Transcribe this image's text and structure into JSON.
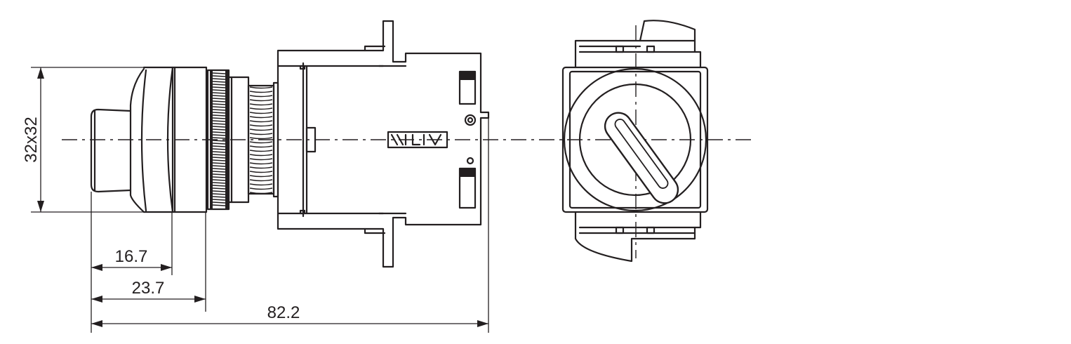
{
  "dimensions": {
    "panel_cutout": "32x32",
    "head_depth": "16.7",
    "bezel_depth": "23.7",
    "total_length": "82.2"
  },
  "colors": {
    "line": "#231f20",
    "background": "#ffffff"
  }
}
